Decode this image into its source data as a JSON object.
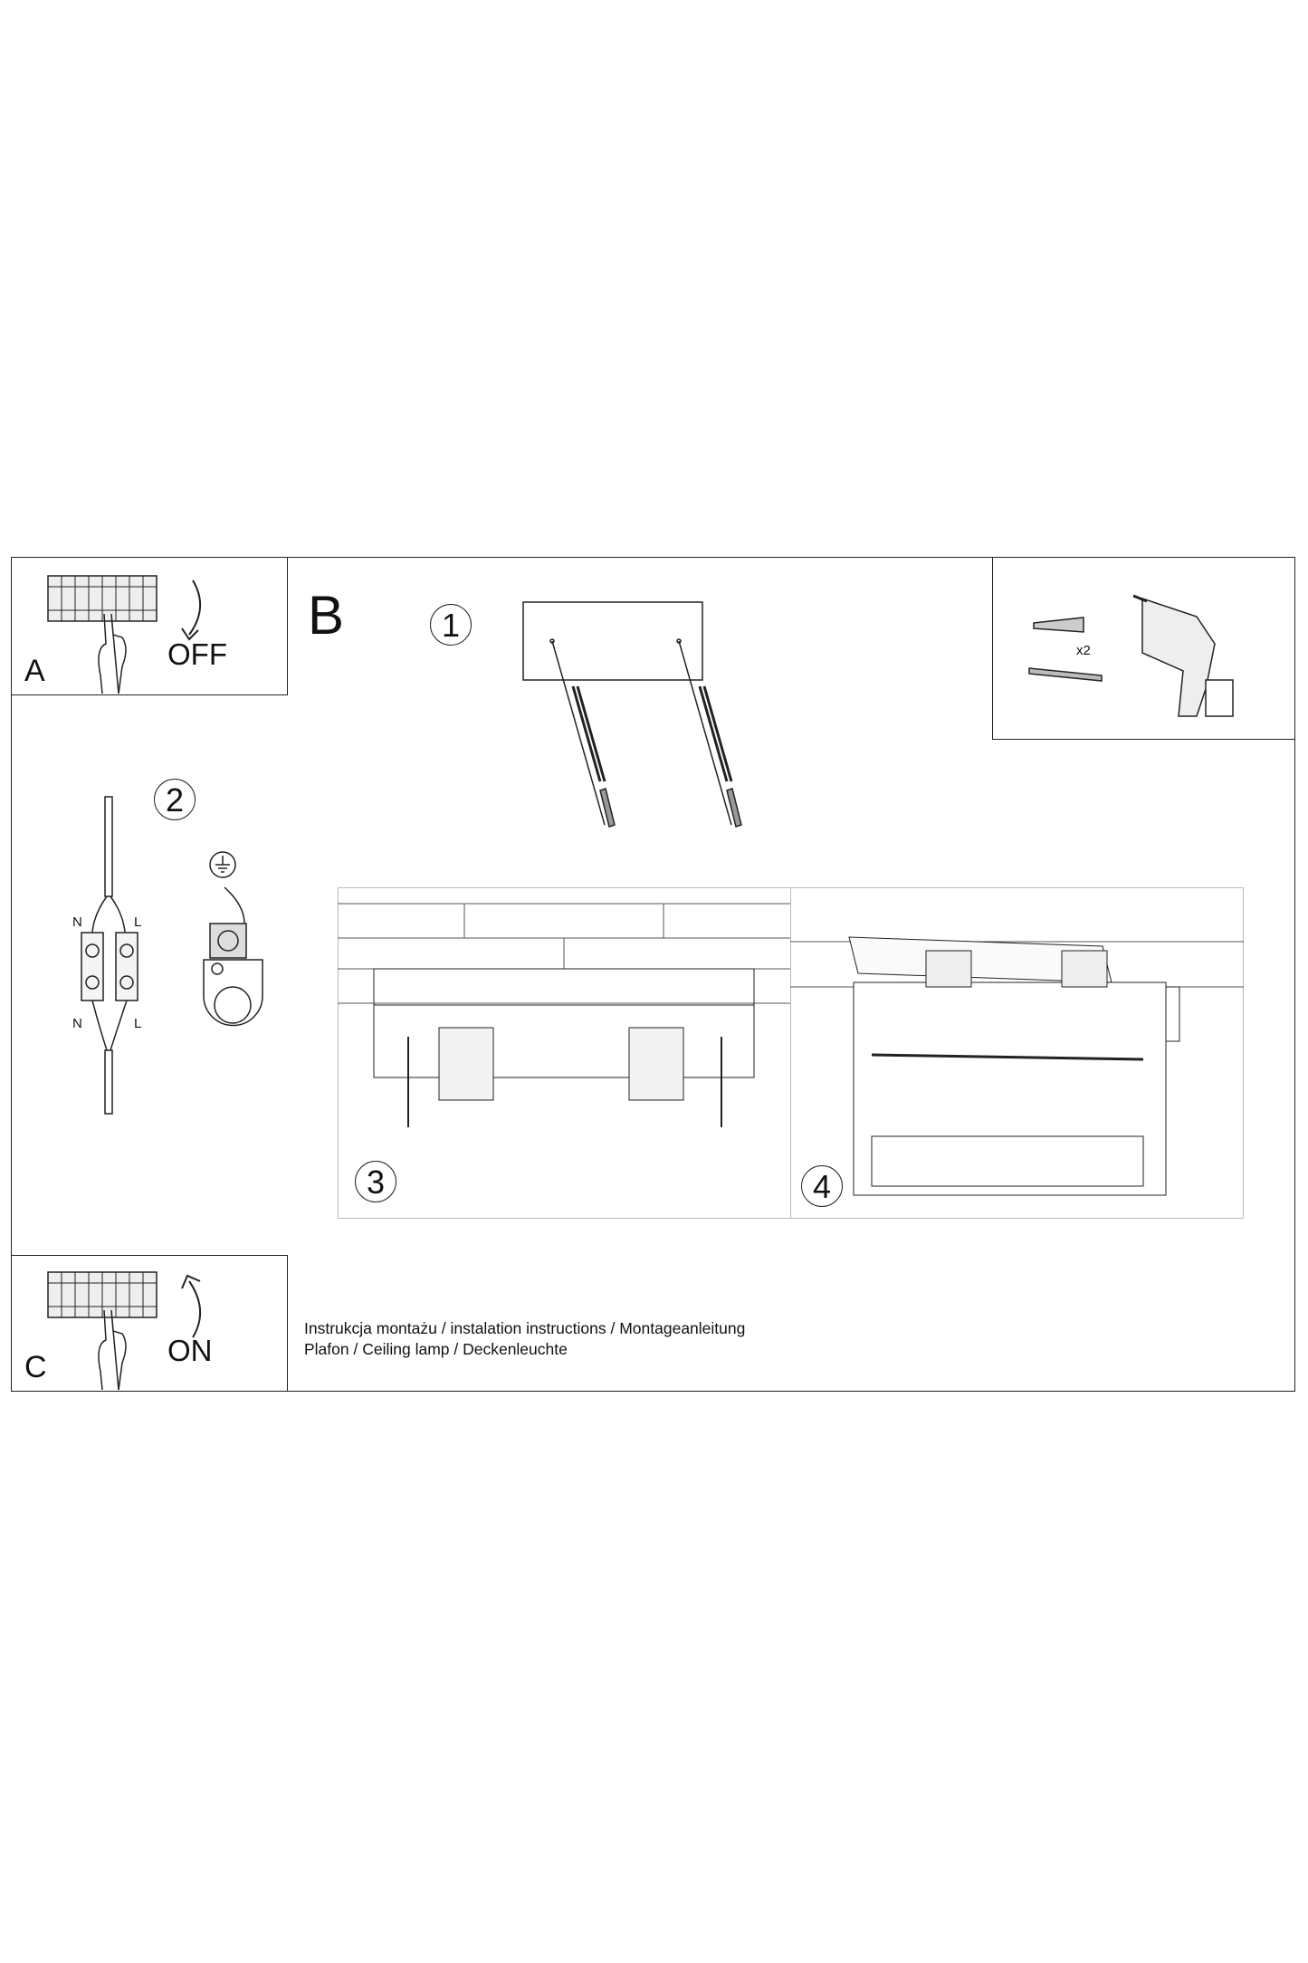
{
  "panel_a": {
    "letter": "A",
    "state": "OFF"
  },
  "panel_b": {
    "letter": "B"
  },
  "panel_c": {
    "letter": "C",
    "state": "ON"
  },
  "steps": [
    "1",
    "2",
    "3",
    "4"
  ],
  "wiring": {
    "n_top": "N",
    "l_top": "L",
    "n_bottom": "N",
    "l_bottom": "L"
  },
  "tools": {
    "quantity": "x2"
  },
  "caption": {
    "line1": "Instrukcja montażu / instalation instructions / Montageanleitung",
    "line2": "Plafon / Ceiling lamp / Deckenleuchte"
  }
}
